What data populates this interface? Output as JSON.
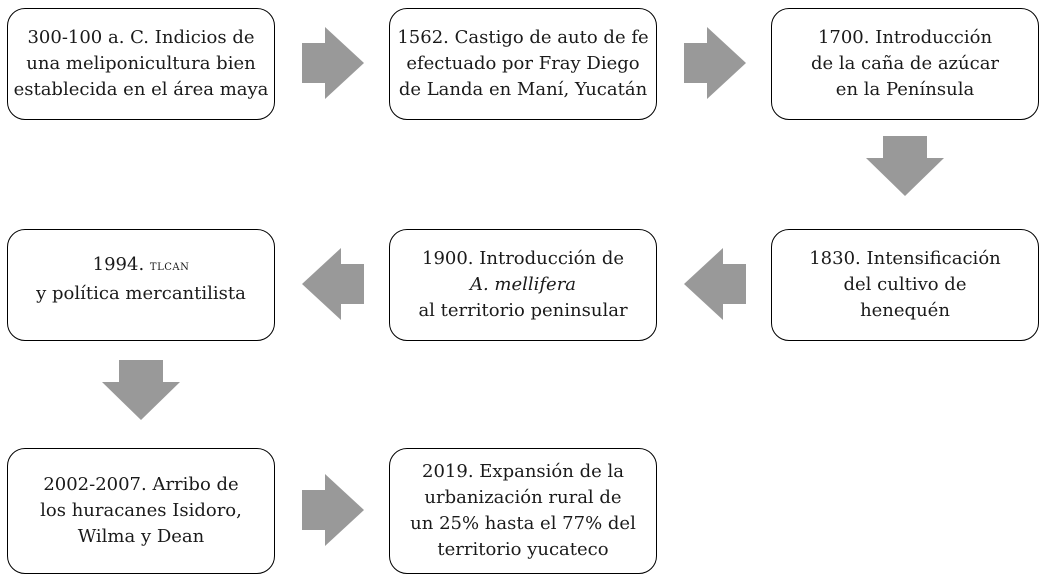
{
  "events": [
    {
      "id": "e1",
      "lines": [
        "300-100 a. C. Indicios de",
        "una meliponicultura bien",
        "establecida en el área maya"
      ]
    },
    {
      "id": "e2",
      "lines": [
        "1562. Castigo de auto de fe",
        "efectuado por Fray Diego",
        "de Landa en Maní, Yucatán"
      ]
    },
    {
      "id": "e3",
      "lines": [
        "1700. Introducción",
        "de la caña de azúcar",
        "en la Península"
      ]
    },
    {
      "id": "e4",
      "lines": [
        "1830. Intensificación",
        "del cultivo de",
        "henequén"
      ]
    },
    {
      "id": "e5",
      "line1_prefix": "1900. Introducción de",
      "species": "A. mellifera",
      "line3": "al territorio peninsular"
    },
    {
      "id": "e6",
      "year": "1994.",
      "acronym": "TLCAN",
      "line2": "y política mercantilista"
    },
    {
      "id": "e7",
      "lines": [
        "2002-2007. Arribo de",
        "los huracanes Isidoro,",
        "Wilma y Dean"
      ]
    },
    {
      "id": "e8",
      "lines": [
        "2019. Expansión de la",
        "urbanización rural de",
        "un 25% hasta el 77% del",
        "territorio yucateco"
      ]
    }
  ],
  "colors": {
    "arrow": "#999999",
    "border": "#000000",
    "text": "#1a1a1a"
  }
}
